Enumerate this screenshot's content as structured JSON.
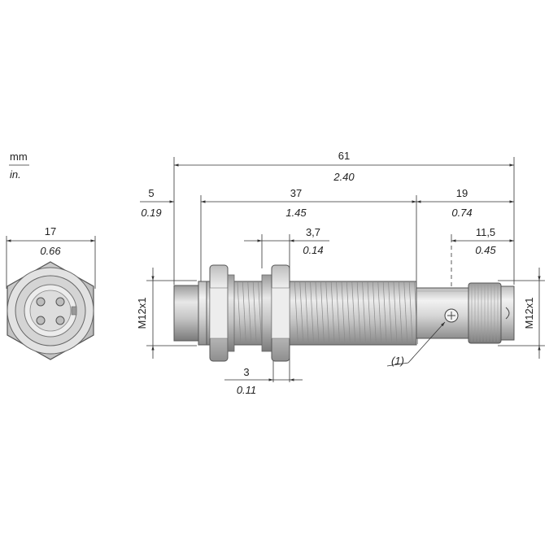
{
  "units": {
    "primary": "mm",
    "secondary": "in."
  },
  "front_view": {
    "width_mm": "17",
    "width_in": "0.66"
  },
  "side_view": {
    "overall_mm": "61",
    "overall_in": "2.40",
    "front_mm": "5",
    "front_in": "0.19",
    "thread_mm": "37",
    "thread_in": "1.45",
    "tail_mm": "19",
    "tail_in": "0.74",
    "nut_mm": "3,7",
    "nut_in": "0.14",
    "connector_mm": "11,5",
    "connector_in": "0.45",
    "washer_mm": "3",
    "washer_in": "0.11",
    "thread_left": "M12x1",
    "thread_right": "M12x1",
    "callout": "(1)"
  }
}
